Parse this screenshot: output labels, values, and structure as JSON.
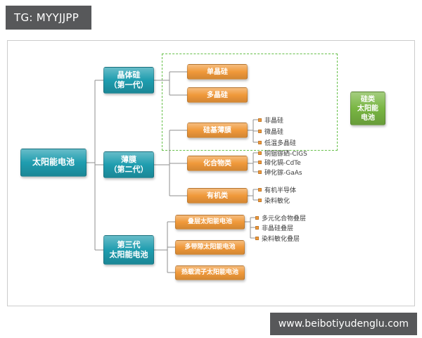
{
  "watermarks": {
    "top": "TG: MYYJJPP",
    "bottom": "www.beibotiyudenglu.com"
  },
  "colors": {
    "teal": "#1f9daf",
    "orange": "#f0993a",
    "green": "#79b643",
    "tag_bg": "#57585a",
    "line": "#8f8f8f",
    "dashed": "#67c04a",
    "panel_border": "#cccccc"
  },
  "tree": {
    "root": "太阳能电池",
    "generations": [
      {
        "label": "晶体硅\n（第一代）",
        "children": [
          {
            "label": "单晶硅",
            "items": []
          },
          {
            "label": "多晶硅",
            "items": []
          }
        ]
      },
      {
        "label": "薄膜\n（第二代）",
        "children": [
          {
            "label": "硅基薄膜",
            "items": [
              "非晶硅",
              "微晶硅",
              "低温多晶硅"
            ]
          },
          {
            "label": "化合物类",
            "items": [
              "铜铟镓硒-CIGS",
              "碲化镉-CdTe",
              "砷化镓-GaAs"
            ]
          },
          {
            "label": "有机类",
            "items": [
              "有机半导体",
              "染料敏化"
            ]
          }
        ]
      },
      {
        "label": "第三代\n太阳能电池",
        "children": [
          {
            "label": "叠层太阳能电池",
            "items": [
              "多元化合物叠层",
              "非晶硅叠层",
              "染料敏化叠层"
            ]
          },
          {
            "label": "多带隙太阳能电池",
            "items": []
          },
          {
            "label": "热载流子太阳能电池",
            "items": []
          }
        ]
      }
    ],
    "side_note": "硅类\n太阳能\n电池"
  }
}
